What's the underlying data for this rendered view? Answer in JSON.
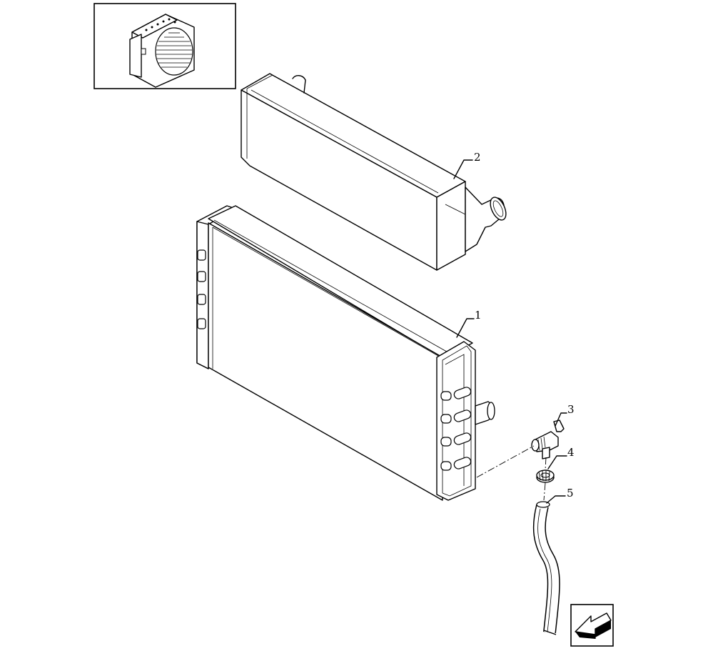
{
  "callouts": [
    {
      "id": "radiator",
      "label": "1"
    },
    {
      "id": "intercooler",
      "label": "2"
    },
    {
      "id": "drain-valve",
      "label": "3"
    },
    {
      "id": "hose-clamp",
      "label": "4"
    },
    {
      "id": "drain-hose",
      "label": "5"
    }
  ],
  "thumbnail": {
    "icon": "cooling-pack-thumbnail-icon"
  },
  "nav": {
    "icon": "arrow-back-icon"
  }
}
